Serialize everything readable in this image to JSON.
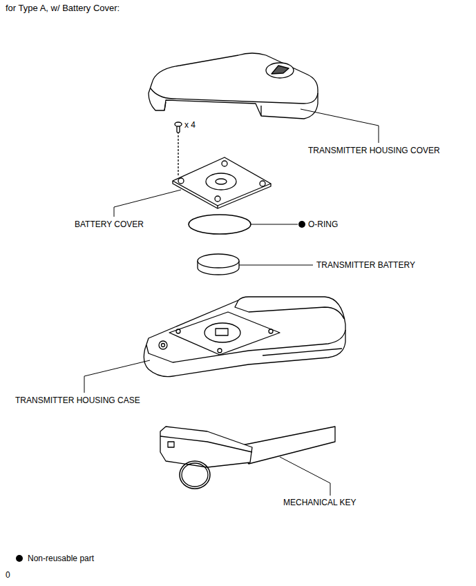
{
  "diagram": {
    "title": "for Type A, w/ Battery Cover:",
    "labels": [
      "TRANSMITTER HOUSING COVER",
      "x 4",
      "BATTERY COVER",
      "O-RING",
      "TRANSMITTER BATTERY",
      "TRANSMITTER HOUSING CASE",
      "MECHANICAL KEY",
      "0"
    ],
    "legend": [
      {
        "text": "Non-reusable part"
      }
    ]
  }
}
